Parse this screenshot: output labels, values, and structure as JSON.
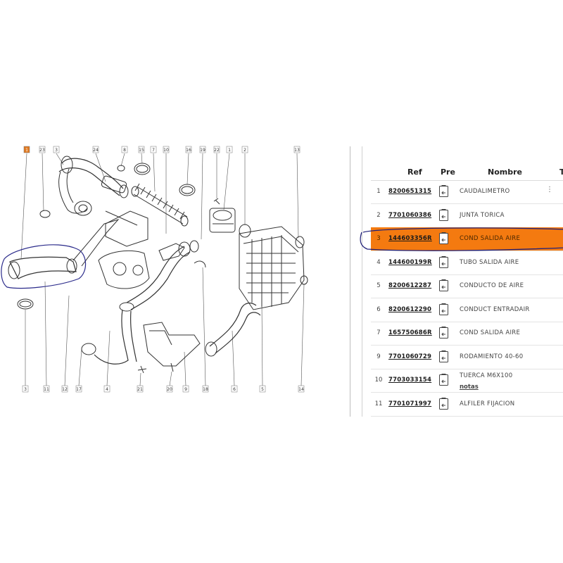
{
  "table": {
    "headers": {
      "ref": "Ref",
      "pre": "Pre",
      "nombre": "Nombre",
      "extra": "T"
    },
    "rows": [
      {
        "num": "1",
        "ref": "8200651315",
        "name": "CAUDALIMETRO",
        "note": ""
      },
      {
        "num": "2",
        "ref": "7701060386",
        "name": "JUNTA TORICA",
        "note": ""
      },
      {
        "num": "3",
        "ref": "144603356R",
        "name": "COND SALIDA AIRE",
        "note": ""
      },
      {
        "num": "4",
        "ref": "144600199R",
        "name": "TUBO SALIDA AIRE",
        "note": ""
      },
      {
        "num": "5",
        "ref": "8200612287",
        "name": "CONDUCTO DE AIRE",
        "note": ""
      },
      {
        "num": "6",
        "ref": "8200612290",
        "name": "CONDUCT ENTRADAIR",
        "note": ""
      },
      {
        "num": "7",
        "ref": "165750686R",
        "name": "COND SALIDA AIRE",
        "note": ""
      },
      {
        "num": "9",
        "ref": "7701060729",
        "name": "RODAMIENTO 40-60",
        "note": ""
      },
      {
        "num": "10",
        "ref": "7703033154",
        "name": "TUERCA M6X100",
        "note": "notas"
      },
      {
        "num": "11",
        "ref": "7701071997",
        "name": "ALFILER FIJACION",
        "note": ""
      }
    ],
    "highlight_color": "#f47a10",
    "highlight_row": "3"
  },
  "diagram": {
    "top_labels": [
      "1",
      "23",
      "3",
      "24",
      "8",
      "15",
      "7",
      "10",
      "16",
      "19",
      "22",
      "1",
      "2",
      "13"
    ],
    "bottom_labels": [
      "3",
      "11",
      "12",
      "17",
      "4",
      "21",
      "20",
      "9",
      "18",
      "6",
      "5",
      "14"
    ],
    "marked_label_color": "#e07a22",
    "annotation_color": "#2a2a8a"
  }
}
